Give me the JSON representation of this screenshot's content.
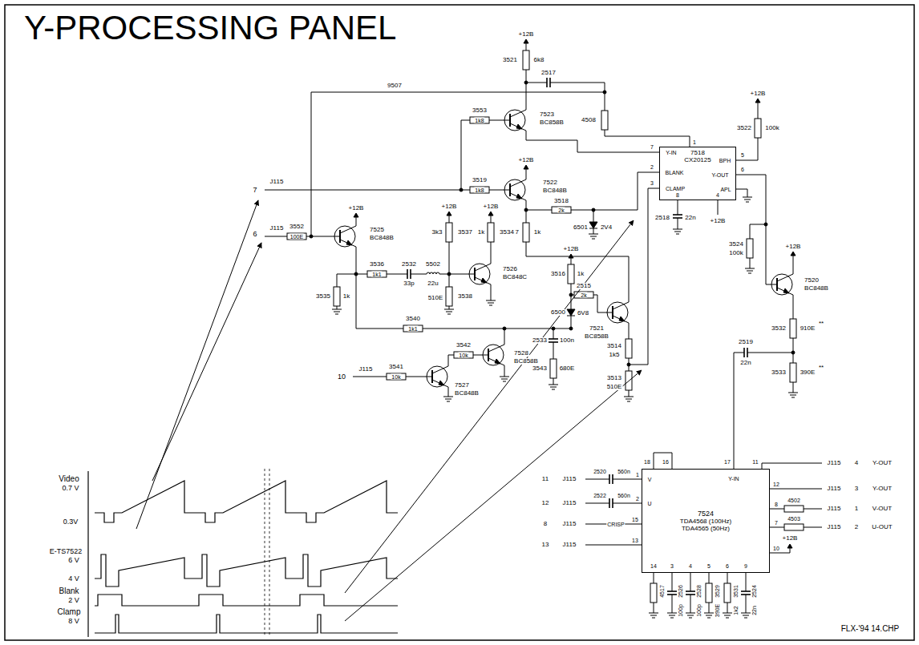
{
  "diagram": {
    "title": "Y-PROCESSING PANEL",
    "nodes": [
      {
        "text": [
          "7518",
          "CX20125"
        ]
      },
      {
        "text": [
          "7524",
          "TDA4568 (100Hz) TDA4565 (50Hz)"
        ]
      }
    ],
    "labels": [
      "9507",
      "+12B",
      "3521",
      "6k8",
      "2517",
      "3553",
      "1k8",
      "7523",
      "BC858B",
      "4508",
      "+12B",
      "7522",
      "BC848B",
      "J115",
      "7",
      "3519",
      "1k8",
      "Y-IN",
      "7",
      "BLANK",
      "2",
      "CLAMP",
      "3",
      "BPH",
      "5",
      "Y-OUT",
      "6",
      "APL",
      "8",
      "4",
      "1",
      "+12B",
      "3522",
      "100k",
      "3518",
      "2k",
      "3517",
      "1k",
      "6501",
      "2V4",
      "2518",
      "22n",
      "+12B",
      "3524",
      "100k",
      "+12B",
      "7520",
      "BC848B",
      "3532",
      "910E",
      "**",
      "2519",
      "22n",
      "3533",
      "390E",
      "**",
      "J115",
      "6",
      "3552",
      "100E",
      "+12B",
      "7525",
      "BC848B",
      "3535",
      "1k",
      "3536",
      "1k1",
      "2532",
      "33p",
      "5502",
      "22u",
      "+12B",
      "3537",
      "3k3",
      "3538",
      "510E",
      "+12B",
      "3534",
      "1k",
      "7526",
      "BC848C",
      "3540",
      "1k1",
      "+12B",
      "3516",
      "1k",
      "2515",
      "2k",
      "6500",
      "6V8",
      "7521",
      "BC858B",
      "2533",
      "100n",
      "3543",
      "680E",
      "3514",
      "1k5",
      "3513",
      "510E",
      "10",
      "J115",
      "3541",
      "10k",
      "7527",
      "BC848B",
      "3542",
      "10k",
      "7528",
      "BC858B",
      "Y-IN",
      "18",
      "16",
      "17",
      "11",
      "11",
      "J115",
      "2520",
      "560n",
      "1",
      "V",
      "12",
      "J115",
      "2522",
      "560n",
      "2",
      "U",
      "8",
      "J115",
      "CRISP",
      "15",
      "13",
      "J115",
      "13",
      "12",
      "J115",
      "4",
      "Y-OUT",
      "J115",
      "3",
      "Y-OUT",
      "8",
      "4502",
      "J115",
      "1",
      "V-OUT",
      "7",
      "4503",
      "J115",
      "2",
      "U-OUT",
      "10",
      "+12B",
      "14",
      "3",
      "4",
      "5",
      "6",
      "9",
      "4517",
      "2526",
      "100p",
      "2528",
      "100p",
      "3529",
      "390E",
      "3531",
      "1k2",
      "2524",
      "22n",
      "Video",
      "0.7 V",
      "0.3V",
      "E-TS7522",
      "6 V",
      "4 V",
      "Blank",
      "2 V",
      "Clamp",
      "8 V",
      "FLX-'94 14.CHP"
    ]
  }
}
